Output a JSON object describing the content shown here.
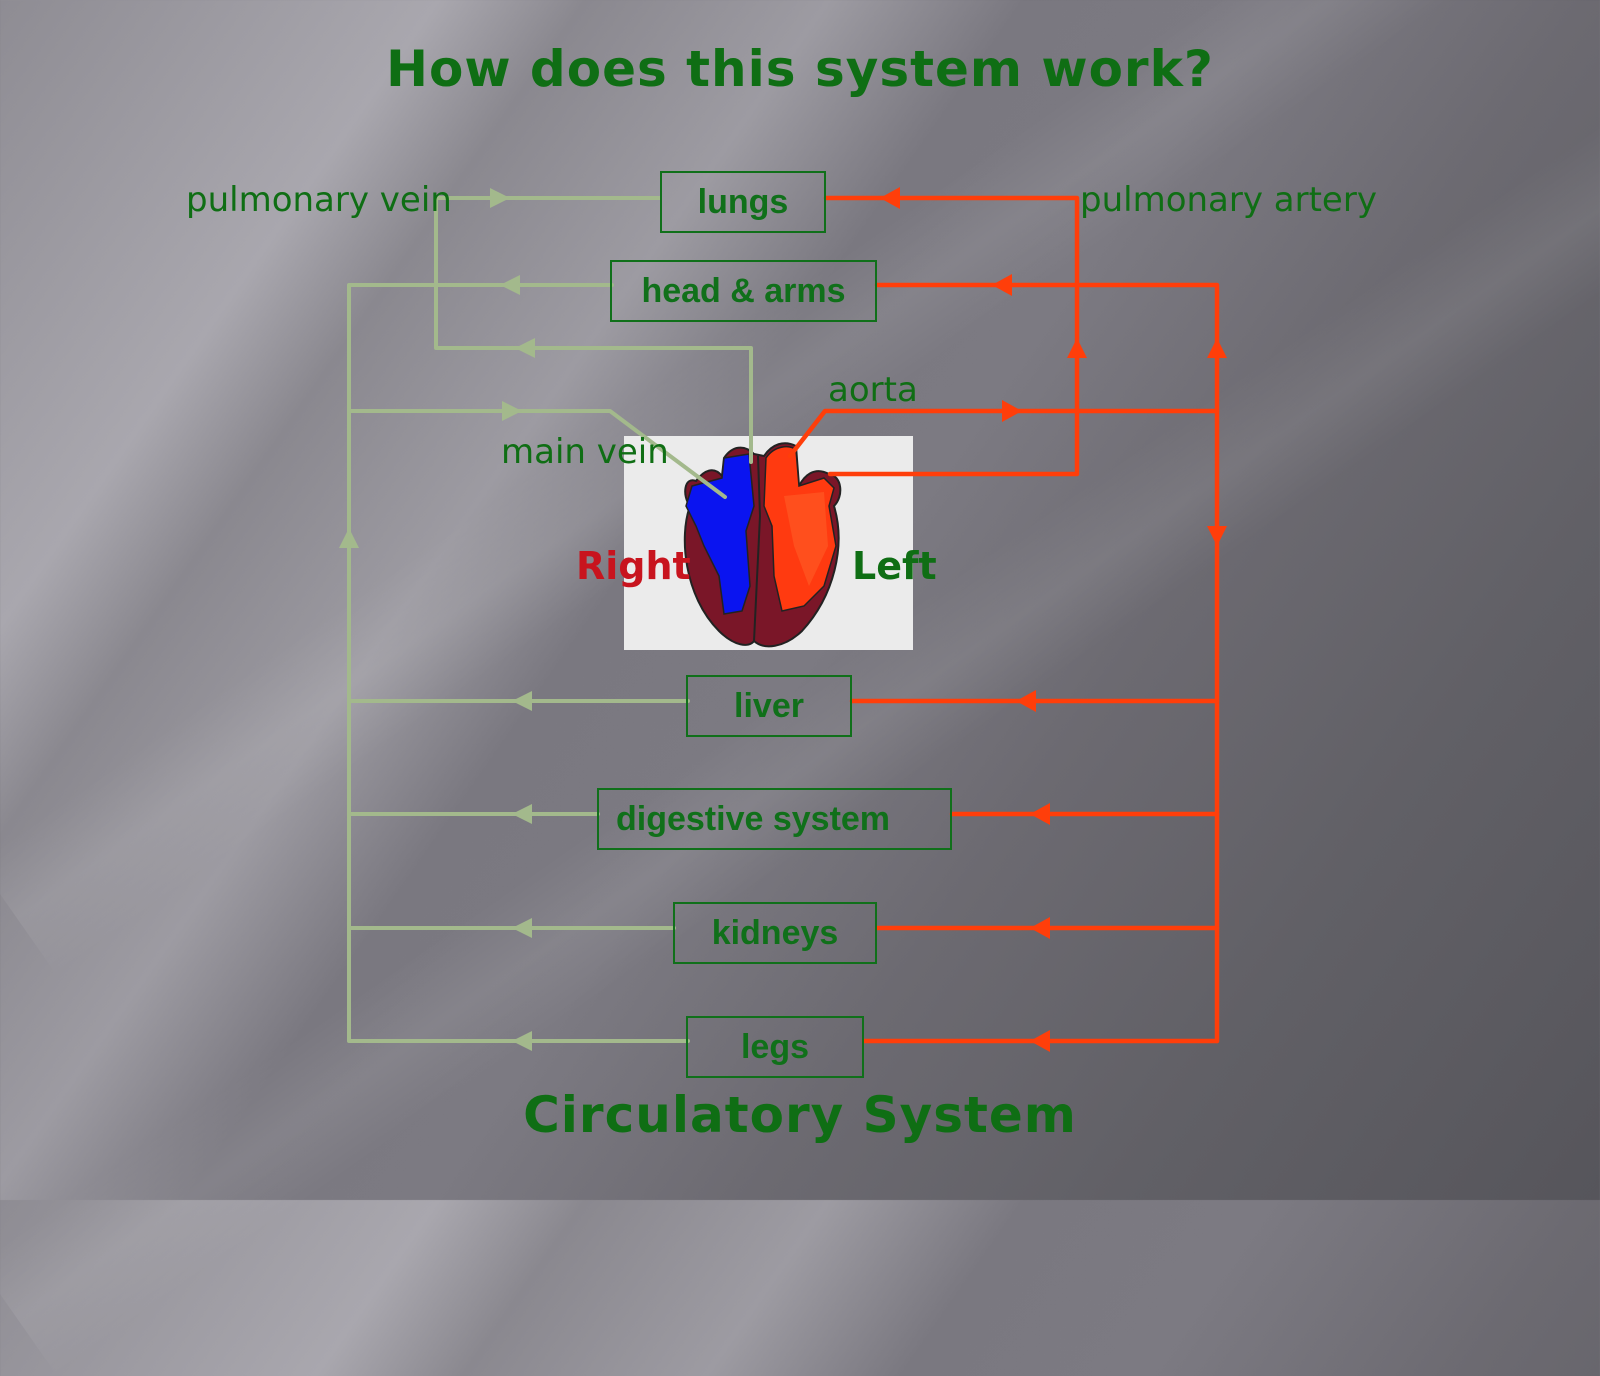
{
  "title": "How does this system work?",
  "subtitle": "Circulatory System",
  "colors": {
    "text_green": "#0f6e14",
    "deoxygenated_line": "#a3b98c",
    "oxygenated_line": "#ff3e0a",
    "right_label": "#c8141e",
    "heart_blue": "#0a14f0",
    "heart_red": "#ff3a10",
    "heart_muscle": "#7a1628"
  },
  "organs": [
    {
      "id": "lungs",
      "label": "lungs"
    },
    {
      "id": "head-arms",
      "label": "head & arms"
    },
    {
      "id": "liver",
      "label": "liver"
    },
    {
      "id": "digestive",
      "label": "digestive system"
    },
    {
      "id": "kidneys",
      "label": "kidneys"
    },
    {
      "id": "legs",
      "label": "legs"
    }
  ],
  "vessel_labels": {
    "pulmonary_vein": "pulmonary vein",
    "pulmonary_artery": "pulmonary artery",
    "aorta": "aorta",
    "main_vein": "main vein"
  },
  "heart_sides": {
    "right": "Right",
    "left": "Left"
  },
  "icons": {
    "heart": "heart-cross-section-icon",
    "arrow": "flow-arrow-icon"
  }
}
